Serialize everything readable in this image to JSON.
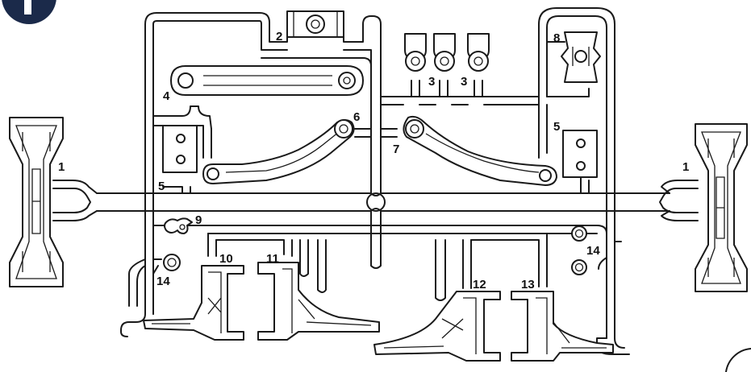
{
  "parts": [
    {
      "key": "p1_left",
      "label": "1"
    },
    {
      "key": "p1_right",
      "label": "1"
    },
    {
      "key": "p2",
      "label": "2"
    },
    {
      "key": "p3_a",
      "label": "3"
    },
    {
      "key": "p3_b",
      "label": "3"
    },
    {
      "key": "p4",
      "label": "4"
    },
    {
      "key": "p5_left",
      "label": "5"
    },
    {
      "key": "p5_right",
      "label": "5"
    },
    {
      "key": "p6",
      "label": "6"
    },
    {
      "key": "p7",
      "label": "7"
    },
    {
      "key": "p8",
      "label": "8"
    },
    {
      "key": "p9",
      "label": "9"
    },
    {
      "key": "p10",
      "label": "10"
    },
    {
      "key": "p11",
      "label": "11"
    },
    {
      "key": "p12",
      "label": "12"
    },
    {
      "key": "p13",
      "label": "13"
    },
    {
      "key": "p14_left",
      "label": "14"
    },
    {
      "key": "p14_right",
      "label": "14"
    }
  ],
  "colors": {
    "line": "#1a1a1a",
    "badge": "#1b2a4a",
    "background": "#ffffff"
  }
}
